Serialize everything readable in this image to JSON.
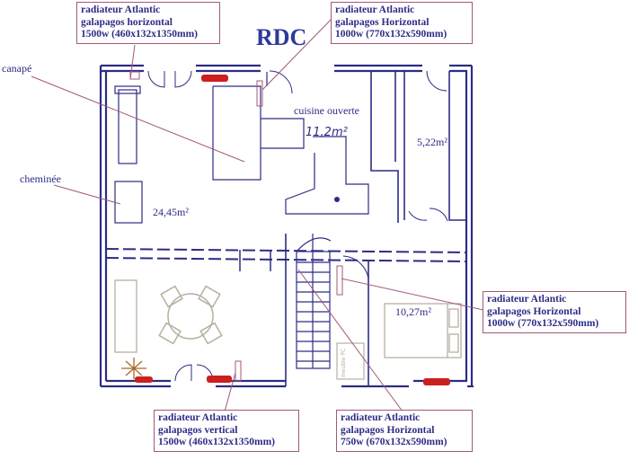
{
  "title": "RDC",
  "labels": {
    "canape": "canapé",
    "cheminee": "cheminée",
    "cuisine": "cuisine ouverte",
    "area_living": "24,45m²",
    "area_kitchen_side": "5,22m²",
    "area_bedroom": "10,27m²",
    "handwritten": "11,2m²",
    "meuble": "meuble PC"
  },
  "callouts": {
    "top_left": [
      "radiateur Atlantic",
      "galapagos horizontal",
      "1500w (460x132x1350mm)"
    ],
    "top_right": [
      "radiateur Atlantic",
      "galapagos Horizontal",
      "1000w (770x132x590mm)"
    ],
    "mid_right": [
      "radiateur Atlantic",
      "galapagos Horizontal",
      "1000w (770x132x590mm)"
    ],
    "bottom_left": [
      "radiateur Atlantic",
      "galapagos vertical",
      "1500w (460x132x1350mm)"
    ],
    "bottom_right": [
      "radiateur Atlantic",
      "galapagos Horizontal",
      "750w (670x132x590mm)"
    ]
  },
  "colors": {
    "wall": "#2c2c86",
    "radiator": "#cc1f1f",
    "leader": "#a05a7a",
    "furniture": "#b8b0a0"
  }
}
